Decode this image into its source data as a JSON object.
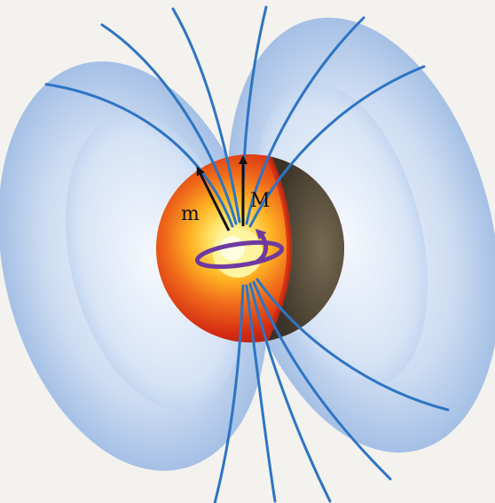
{
  "labels": {
    "m": "m",
    "M": "M"
  },
  "colors": {
    "page_bg": "#f3f2ee",
    "shell_light": "#e7eef9",
    "shell_mid": "#b9cdec",
    "shell_dark": "#7ea3d8",
    "field_line": "#2e74c4",
    "core_inner": "#fff6a8",
    "outer_core": "#ffd23a",
    "mantle": "#e83a14",
    "crust_dark": "#4d4433",
    "arrow": "#111111",
    "rotation_arrow": "#6e3aa0"
  },
  "icons": {
    "rotation": "curved-rotation-arrow"
  }
}
